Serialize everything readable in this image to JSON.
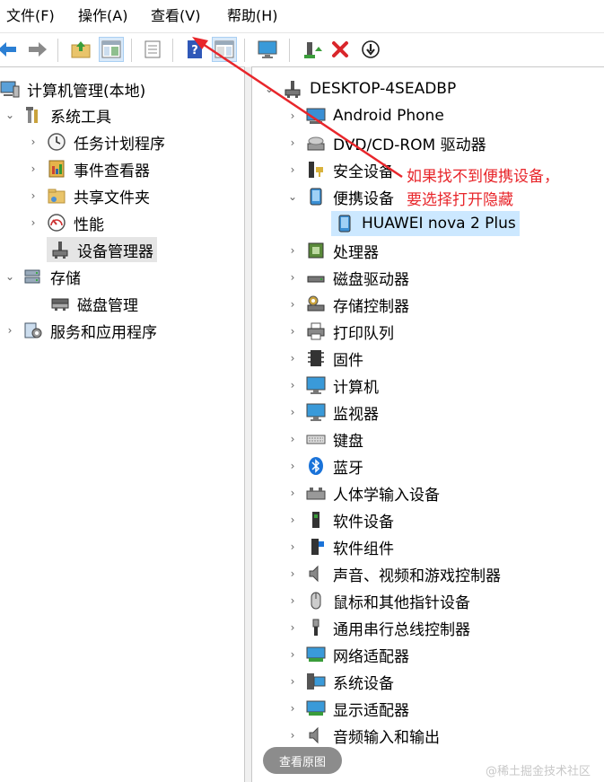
{
  "menu": {
    "file": "文件(F)",
    "action": "操作(A)",
    "view": "查看(V)",
    "help": "帮助(H)"
  },
  "toolbar": {
    "icons": [
      "back-arrow-icon",
      "forward-arrow-icon",
      "up-folder-icon",
      "show-hide-tree-icon",
      "properties-icon",
      "help-icon",
      "action-pane-icon",
      "monitor-icon",
      "update-driver-icon",
      "uninstall-icon",
      "disable-device-icon"
    ]
  },
  "left_tree": {
    "root": "计算机管理(本地)",
    "system_tools": "系统工具",
    "task_scheduler": "任务计划程序",
    "event_viewer": "事件查看器",
    "shared_folders": "共享文件夹",
    "performance": "性能",
    "device_manager": "设备管理器",
    "storage": "存储",
    "disk_management": "磁盘管理",
    "services_apps": "服务和应用程序"
  },
  "device_tree": {
    "computer": "DESKTOP-4SEADBP",
    "categories": [
      "Android Phone",
      "DVD/CD-ROM 驱动器",
      "安全设备",
      "便携设备",
      "处理器",
      "磁盘驱动器",
      "存储控制器",
      "打印队列",
      "固件",
      "计算机",
      "监视器",
      "键盘",
      "蓝牙",
      "人体学输入设备",
      "软件设备",
      "软件组件",
      "声音、视频和游戏控制器",
      "鼠标和其他指针设备",
      "通用串行总线控制器",
      "网络适配器",
      "系统设备",
      "显示适配器",
      "音频输入和输出"
    ],
    "portable_child": "HUAWEI nova 2 Plus"
  },
  "annotation": {
    "line1": "如果找不到便携设备，",
    "line2": "要选择打开隐藏",
    "color": "#e8262b"
  },
  "overlay": {
    "view_original": "查看原图",
    "watermark": "@稀土掘金技术社区"
  }
}
